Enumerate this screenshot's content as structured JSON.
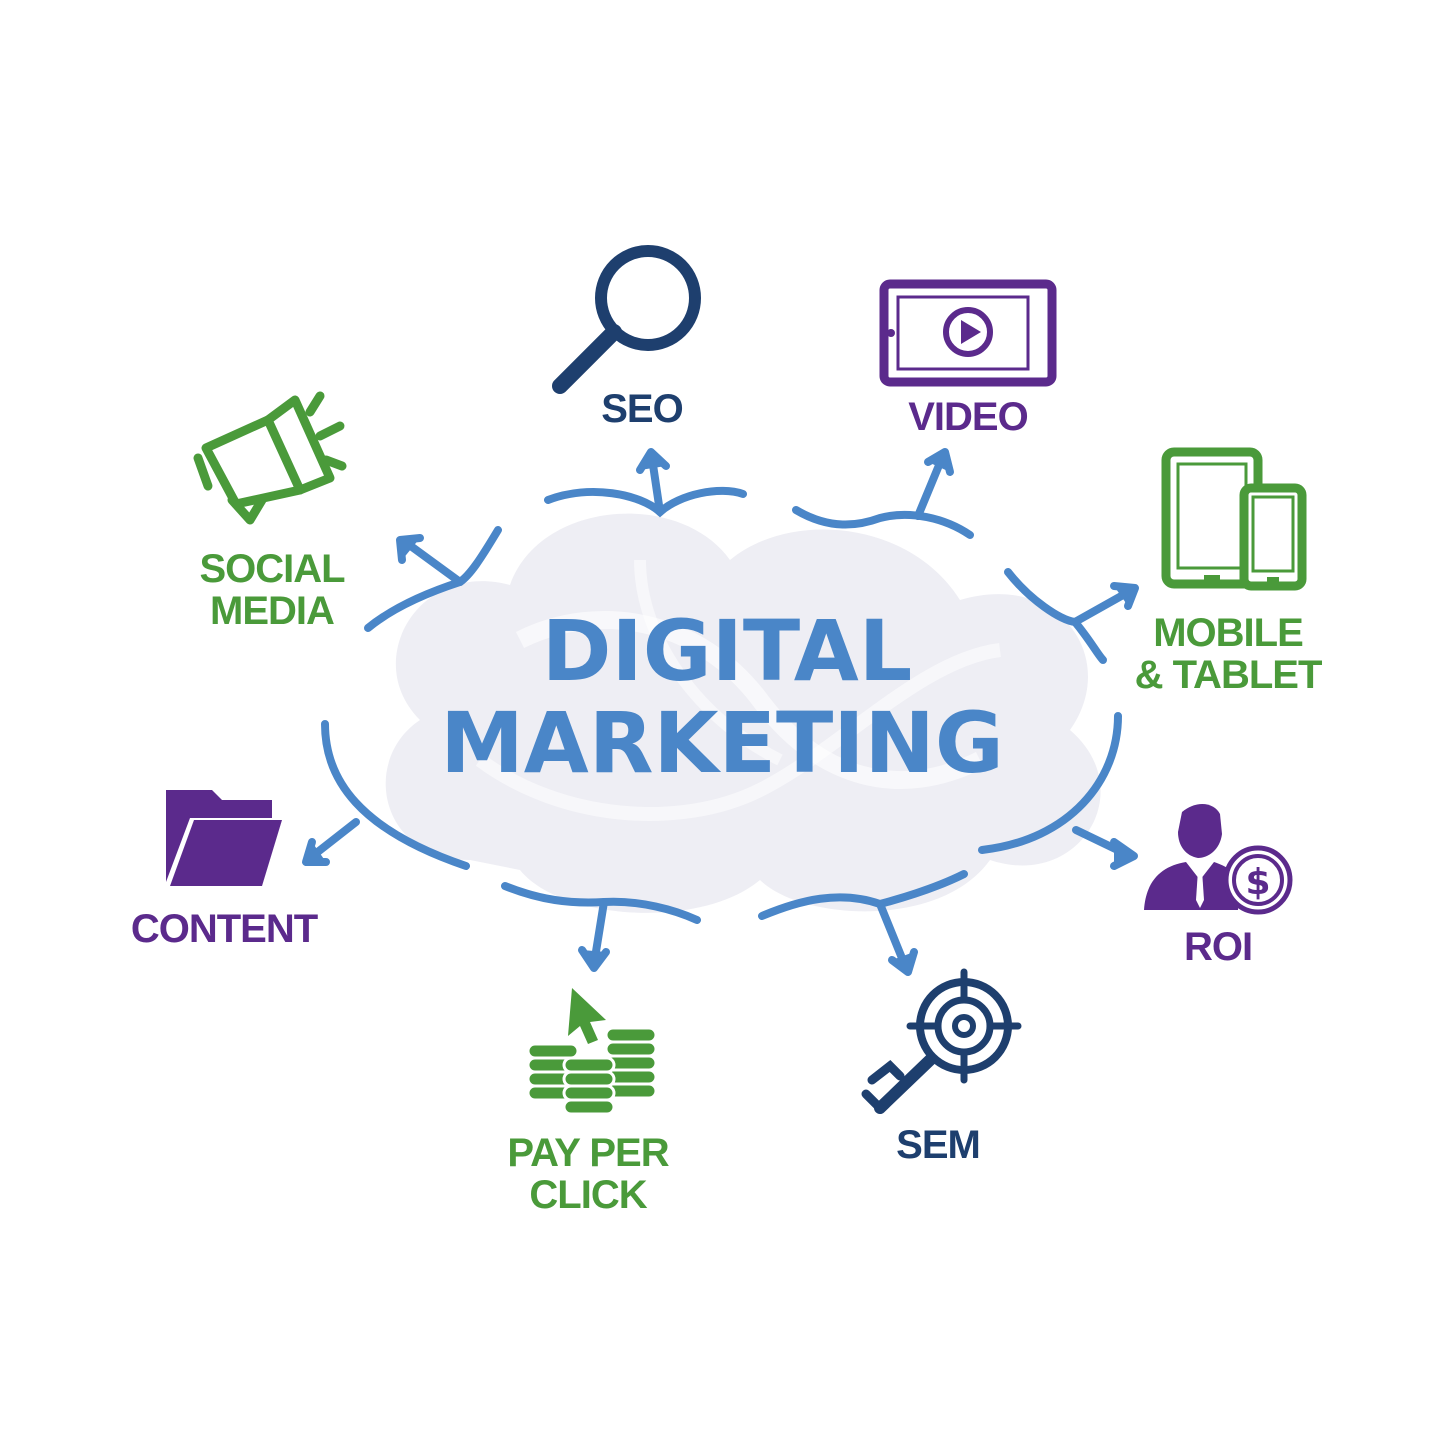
{
  "center": {
    "line1": "DIGITAL",
    "line2": "MARKETING"
  },
  "nodes": {
    "seo": {
      "label": "SEO",
      "icon": "magnifier-icon"
    },
    "video": {
      "label": "VIDEO",
      "icon": "tablet-play-icon"
    },
    "social": {
      "line1": "SOCIAL",
      "line2": "MEDIA",
      "icon": "megaphone-icon"
    },
    "mobile": {
      "line1": "MOBILE",
      "line2": "& TABLET",
      "icon": "devices-icon"
    },
    "content": {
      "label": "CONTENT",
      "icon": "folder-icon"
    },
    "roi": {
      "label": "ROI",
      "icon": "person-dollar-icon"
    },
    "ppc": {
      "line1": "PAY PER",
      "line2": "CLICK",
      "icon": "coins-cursor-icon"
    },
    "sem": {
      "label": "SEM",
      "icon": "key-target-icon"
    }
  },
  "colors": {
    "blue": "#4a86c8",
    "navy": "#1e3f6e",
    "green": "#4a9a3a",
    "purple": "#5b2a8c",
    "cloud": "#eeeef4"
  }
}
